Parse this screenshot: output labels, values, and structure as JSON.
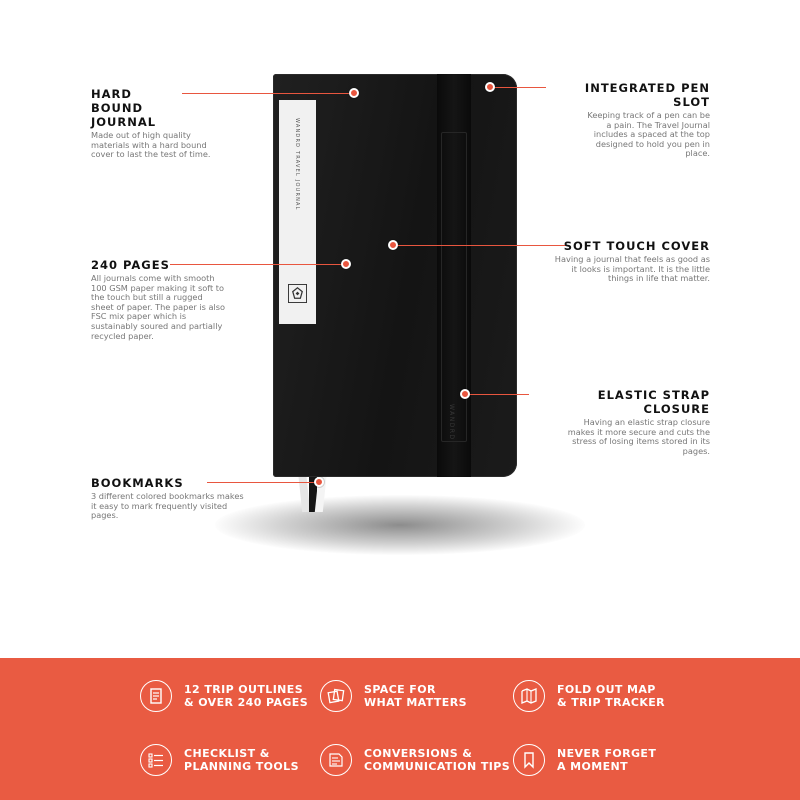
{
  "callouts": {
    "hard_bound": {
      "title": "HARD BOUND JOURNAL",
      "body": "Made out of high quality materials with a hard bound cover to last the test of time."
    },
    "pages": {
      "title": "240 PAGES",
      "body": "All journals come with smooth 100 GSM paper making it soft to the touch but still a rugged sheet of paper. The paper is also FSC mix paper which is sustainably soured and partially recycled paper."
    },
    "bookmarks": {
      "title": "BOOKMARKS",
      "body": "3 different colored bookmarks makes it easy to mark frequently visited pages."
    },
    "pen_slot": {
      "title": "INTEGRATED PEN SLOT",
      "body": "Keeping track of a pen can be a pain. The Travel Journal includes a spaced at the top designed to hold you pen in place."
    },
    "soft_touch": {
      "title": "SOFT TOUCH COVER",
      "body": "Having a journal that feels as good as it looks is important. It is the little things in life that matter."
    },
    "elastic": {
      "title": "ELASTIC STRAP CLOSURE",
      "body": "Having an elastic strap closure makes it more secure and cuts the stress of losing items stored in its pages."
    }
  },
  "notebook": {
    "label_text": "WANDRD TRAVEL JOURNAL",
    "strap_brand": "WANDRD"
  },
  "features": [
    {
      "line1": "12 TRIP OUTLINES",
      "line2": "& OVER 240 PAGES",
      "icon": "notebook-icon"
    },
    {
      "line1": "SPACE FOR",
      "line2": "WHAT MATTERS",
      "icon": "photos-icon"
    },
    {
      "line1": "FOLD OUT MAP",
      "line2": "& TRIP TRACKER",
      "icon": "map-icon"
    },
    {
      "line1": "CHECKLIST &",
      "line2": "PLANNING TOOLS",
      "icon": "checklist-icon"
    },
    {
      "line1": "CONVERSIONS &",
      "line2": "COMMUNICATION TIPS",
      "icon": "conversions-icon"
    },
    {
      "line1": "NEVER FORGET",
      "line2": "A MOMENT",
      "icon": "bookmark-icon"
    }
  ],
  "colors": {
    "accent": "#e95b42",
    "notebook": "#181818"
  }
}
